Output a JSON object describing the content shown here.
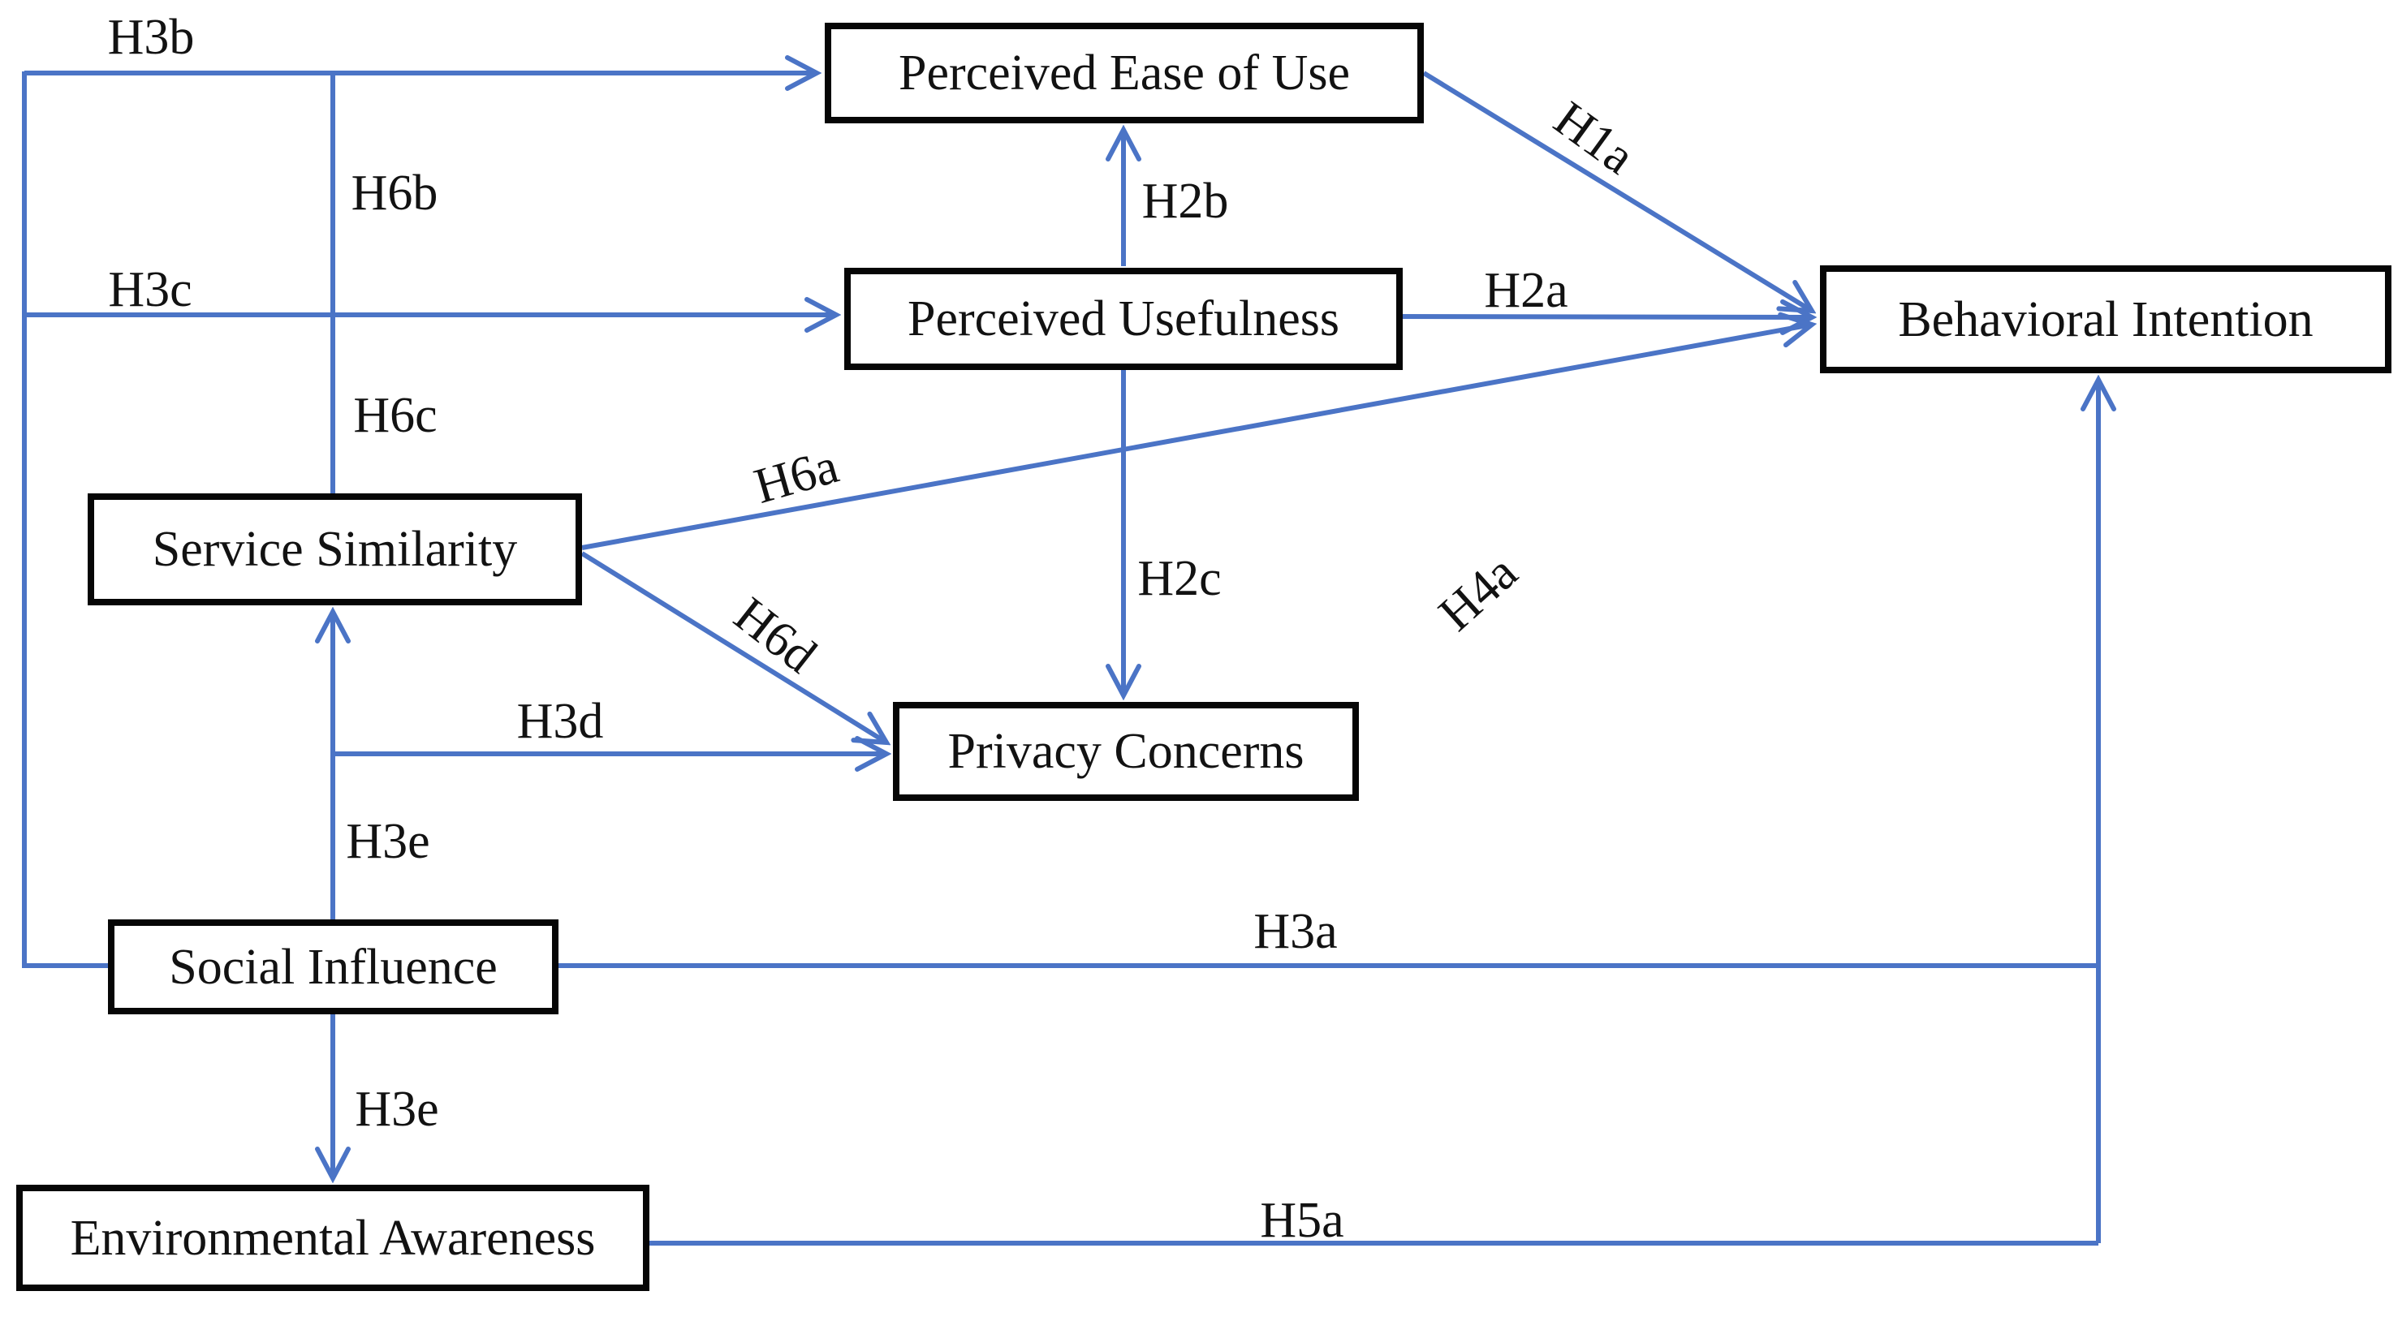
{
  "figure": {
    "type": "hypothesis-path-model",
    "background_color": "#ffffff",
    "arrow_color": "#4b74c6",
    "box_border_color": "#060606",
    "text_color": "#121212"
  },
  "nodes": {
    "peou": {
      "label": "Perceived Ease of Use"
    },
    "pu": {
      "label": "Perceived Usefulness"
    },
    "bi": {
      "label": "Behavioral Intention"
    },
    "ss": {
      "label": "Service Similarity"
    },
    "pc": {
      "label": "Privacy Concerns"
    },
    "si": {
      "label": "Social Influence"
    },
    "ea": {
      "label": "Environmental Awareness"
    }
  },
  "labels": {
    "h3b": {
      "text": "H3b"
    },
    "h6b": {
      "text": "H6b"
    },
    "h3c": {
      "text": "H3c"
    },
    "h2b": {
      "text": "H2b"
    },
    "h1a": {
      "text": "H1a"
    },
    "h2a": {
      "text": "H2a"
    },
    "h6c": {
      "text": "H6c"
    },
    "h6a": {
      "text": "H6a"
    },
    "h2c": {
      "text": "H2c"
    },
    "h4a": {
      "text": "H4a"
    },
    "h6d": {
      "text": "H6d"
    },
    "h3d": {
      "text": "H3d"
    },
    "h3e_upper": {
      "text": "H3e"
    },
    "h3a": {
      "text": "H3a"
    },
    "h3e_lower": {
      "text": "H3e"
    },
    "h5a": {
      "text": "H5a"
    }
  },
  "edges": [
    {
      "hypothesis": "H1a",
      "from": "Perceived Ease of Use",
      "to": "Behavioral Intention"
    },
    {
      "hypothesis": "H2a",
      "from": "Perceived Usefulness",
      "to": "Behavioral Intention"
    },
    {
      "hypothesis": "H2b",
      "from": "Perceived Usefulness",
      "to": "Perceived Ease of Use"
    },
    {
      "hypothesis": "H2c",
      "from": "Perceived Usefulness",
      "to": "Privacy Concerns"
    },
    {
      "hypothesis": "H3a",
      "from": "Social Influence",
      "to": "Behavioral Intention"
    },
    {
      "hypothesis": "H3b",
      "from": "Social Influence",
      "to": "Perceived Ease of Use"
    },
    {
      "hypothesis": "H3c",
      "from": "Social Influence",
      "to": "Perceived Usefulness"
    },
    {
      "hypothesis": "H3d",
      "from": "Social Influence",
      "to": "Privacy Concerns"
    },
    {
      "hypothesis": "H3e",
      "from": "Social Influence",
      "to": "Service Similarity"
    },
    {
      "hypothesis": "H3e",
      "from": "Social Influence",
      "to": "Environmental Awareness"
    },
    {
      "hypothesis": "H4a",
      "from": "Privacy Concerns",
      "to": "Behavioral Intention"
    },
    {
      "hypothesis": "H5a",
      "from": "Environmental Awareness",
      "to": "Behavioral Intention"
    },
    {
      "hypothesis": "H6a",
      "from": "Service Similarity",
      "to": "Behavioral Intention"
    },
    {
      "hypothesis": "H6b",
      "from": "Service Similarity",
      "to": "Perceived Ease of Use"
    },
    {
      "hypothesis": "H6c",
      "from": "Service Similarity",
      "to": "Perceived Usefulness"
    },
    {
      "hypothesis": "H6d",
      "from": "Service Similarity",
      "to": "Privacy Concerns"
    }
  ]
}
